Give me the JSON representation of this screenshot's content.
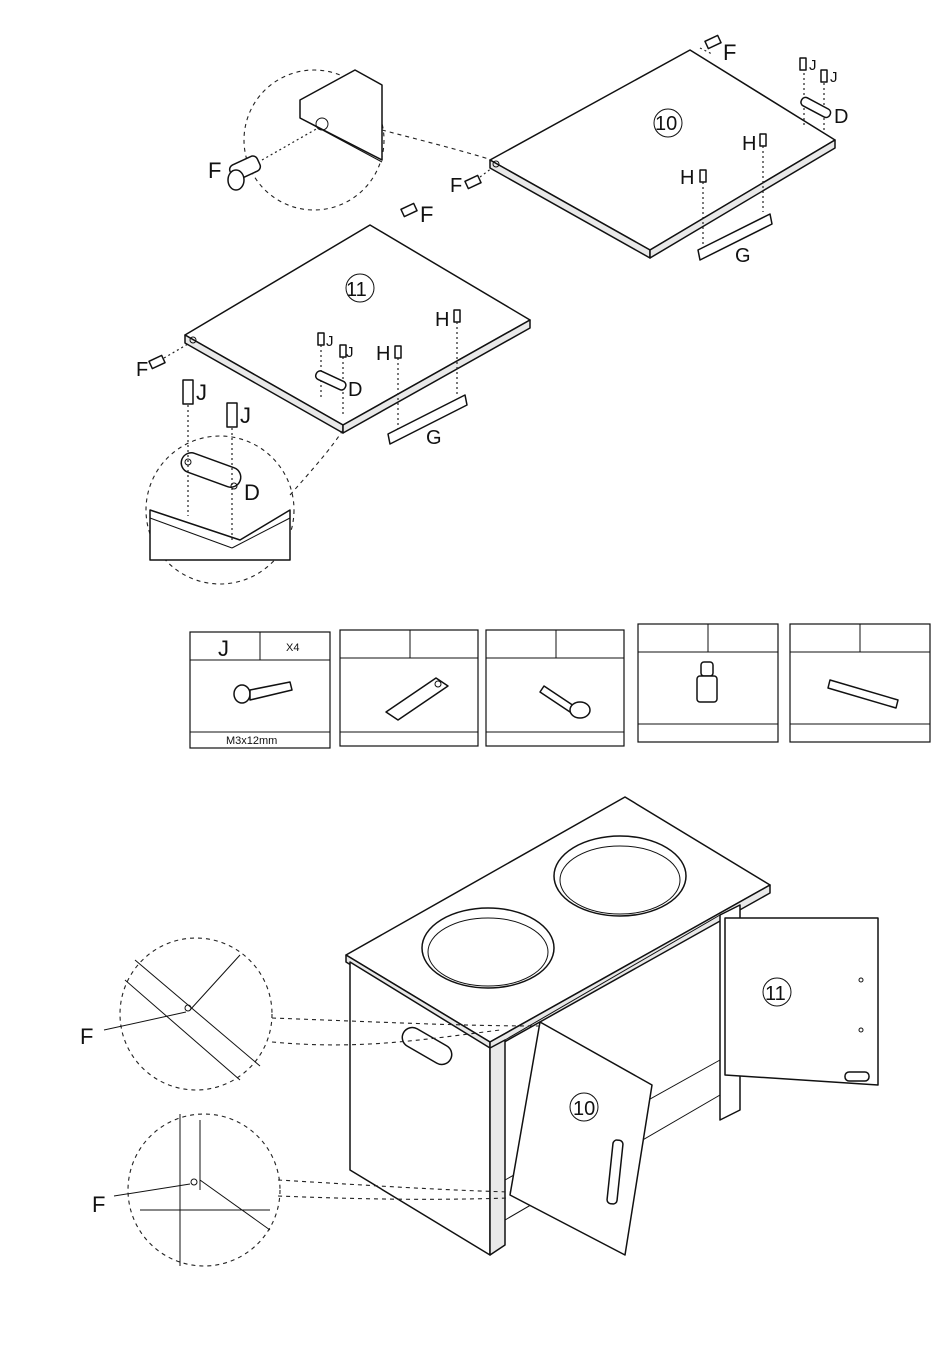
{
  "labels": {
    "part_top": "10",
    "part_bottom": "11",
    "F": "F",
    "J": "J",
    "D": "D",
    "H": "H",
    "G": "G"
  },
  "hardware": [
    {
      "code": "J",
      "qty": "X4",
      "spec": "M3x12mm",
      "icon": "screw-icon"
    },
    {
      "code": "",
      "qty": "",
      "spec": "",
      "icon": "connector-plate-icon"
    },
    {
      "code": "",
      "qty": "",
      "spec": "",
      "icon": "bolt-icon"
    },
    {
      "code": "",
      "qty": "",
      "spec": "",
      "icon": "hinge-pin-icon"
    },
    {
      "code": "",
      "qty": "",
      "spec": "",
      "icon": "rail-bracket-icon"
    }
  ],
  "assembled": {
    "door_right": "11",
    "door_left": "10",
    "callout_top": "F",
    "callout_bottom": "F"
  }
}
